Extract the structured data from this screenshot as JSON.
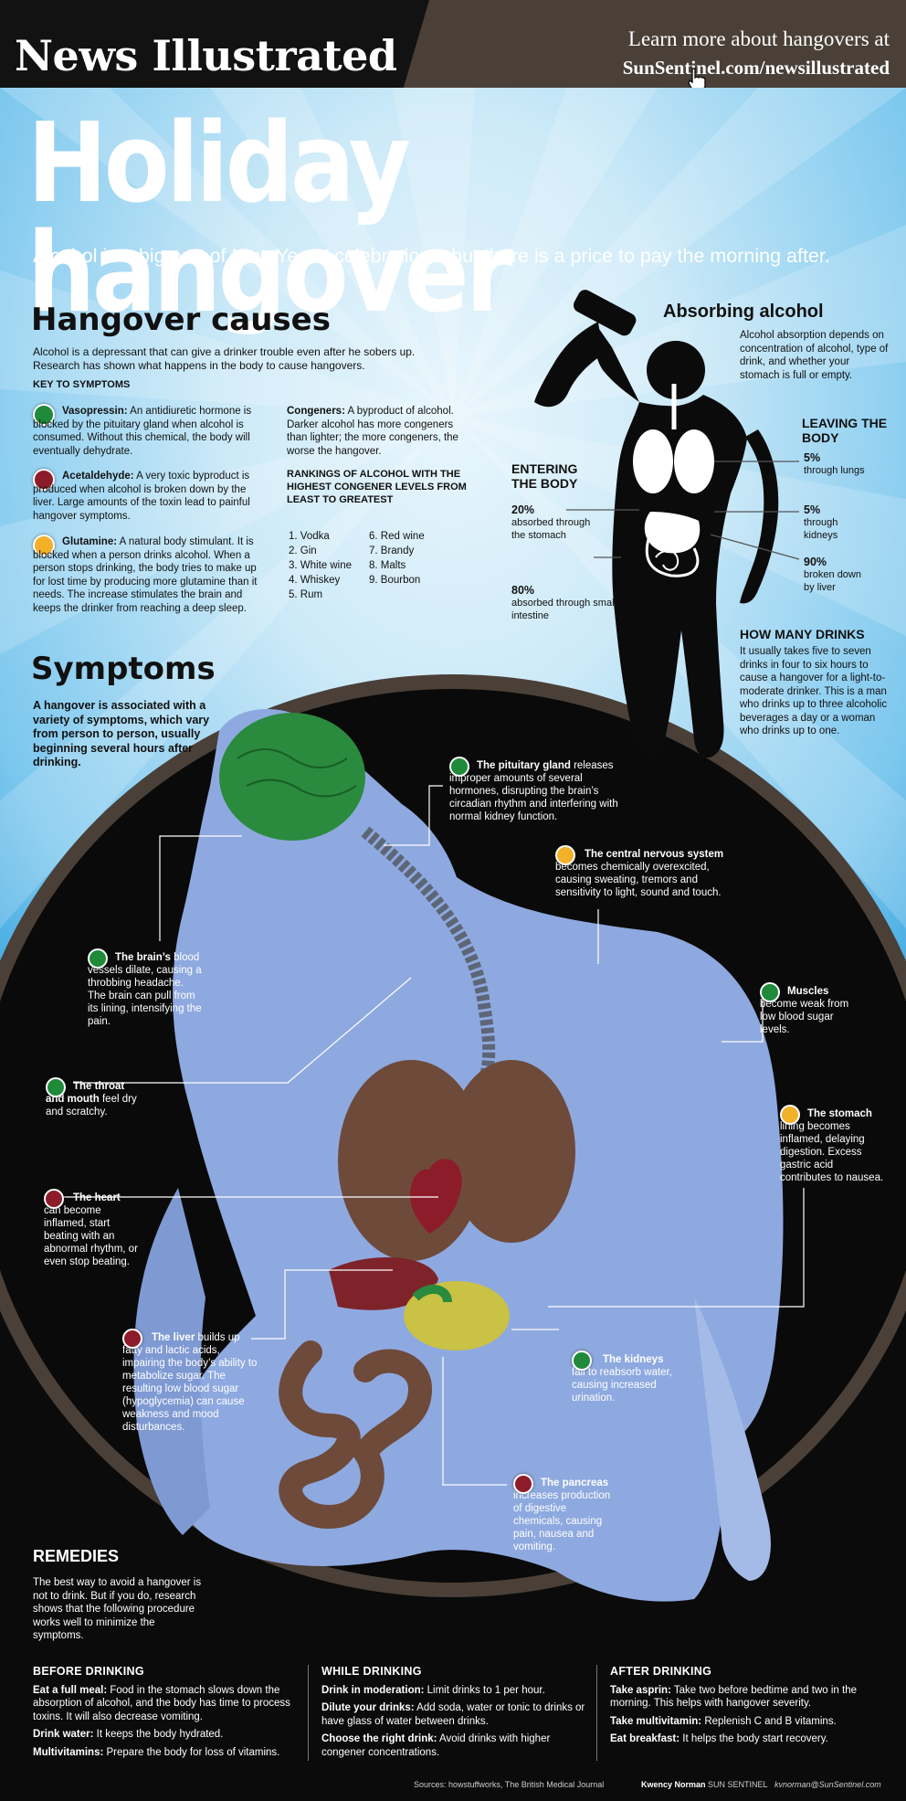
{
  "header": {
    "brand": "News Illustrated",
    "learn_line1": "Learn more about hangovers at",
    "learn_link": "SunSentinel.com/newsillustrated"
  },
  "headline": "Holiday hangover",
  "subhead": "Alcohol is a big part of New Years’ celebrations, but there is a price to pay the morning after.",
  "causes": {
    "title": "Hangover causes",
    "intro": "Alcohol is a depressant that can give a drinker trouble even after he sobers up. Research has shown what happens in the body to cause hangovers.",
    "key_label": "KEY TO SYMPTOMS",
    "items": [
      {
        "term": "Vasopressin:",
        "text": "An antidiuretic hormone is blocked by the pituitary gland when alcohol is consumed. Without this chemical, the body will eventually dehydrate."
      },
      {
        "term": "Acetaldehyde:",
        "text": "A very toxic byproduct is produced when alcohol is broken down by the liver. Large amounts of the toxin lead to painful hangover symptoms."
      },
      {
        "term": "Glutamine:",
        "text": "A natural body stimulant. It is blocked when a person drinks alcohol. When a person stops drinking, the body tries to make up for lost time by producing more glutamine than it needs. The increase stimulates the brain and keeps the drinker from reaching a deep sleep."
      }
    ],
    "congeners_term": "Congeners:",
    "congeners_text": "A byproduct of alcohol. Darker alcohol has more congeners than lighter; the more congeners, the worse the hangover.",
    "ranking_title": "RANKINGS OF ALCOHOL WITH THE HIGHEST CONGENER LEVELS FROM LEAST TO GREATEST",
    "rank_left": [
      "1. Vodka",
      "2. Gin",
      "3. White wine",
      "4. Whiskey",
      "5. Rum"
    ],
    "rank_right": [
      "6. Red wine",
      "7. Brandy",
      "8. Malts",
      "9. Bourbon"
    ]
  },
  "absorbing": {
    "title": "Absorbing alcohol",
    "desc": "Alcohol absorption depends on concentration of alcohol, type of drink, and whether your stomach is full or empty.",
    "entering": "ENTERING THE BODY",
    "leaving": "LEAVING THE BODY",
    "stats": [
      {
        "pct": "20%",
        "text": "absorbed through the stomach"
      },
      {
        "pct": "80%",
        "text": "absorbed through small intestine"
      },
      {
        "pct": "5%",
        "text": "through lungs"
      },
      {
        "pct": "5%",
        "text": "through kidneys"
      },
      {
        "pct": "90%",
        "text": "broken down by liver"
      }
    ],
    "many_title": "HOW MANY DRINKS",
    "many_desc": "It usually takes five to seven drinks in four to six hours to cause a hangover for a light-to-moderate drinker. This is a man who drinks up to three alcoholic beverages a day or a woman who drinks up to one."
  },
  "symptoms": {
    "title": "Symptoms",
    "intro": "A hangover is associated with a variety of symptoms, which vary from person to person, usually beginning several hours after drinking.",
    "callouts": [
      {
        "term": "The pituitary gland",
        "text": " releases improper amounts of several hormones, disrupting the brain’s circadian rhythm and interfering with normal kidney function."
      },
      {
        "term": "The central nervous system",
        "text": " becomes chemically overexcited, causing sweating, tremors and sensitivity to light, sound and touch."
      },
      {
        "term": "The brain’s",
        "text": " blood vessels dilate, causing a throbbing headache. The brain can pull from its lining, intensifying the pain."
      },
      {
        "term": "Muscles",
        "text": " become weak from low blood sugar levels."
      },
      {
        "term": "The throat and mouth",
        "text": " feel dry and scratchy."
      },
      {
        "term": "The stomach",
        "text": " lining becomes inflamed, delaying digestion. Excess gastric acid contributes to nausea."
      },
      {
        "term": "The heart",
        "text": " can become inflamed, start beating with an abnormal rhythm, or even stop beating."
      },
      {
        "term": "The liver",
        "text": " builds up fatty and lactic acids, impairing the body’s ability to metabolize sugar. The resulting low blood sugar (hypoglycemia) can cause weakness and mood disturbances."
      },
      {
        "term": "The kidneys",
        "text": " fail to reabsorb water, causing increased urination."
      },
      {
        "term": "The pancreas",
        "text": " increases production of digestive chemicals, causing pain, nausea and vomiting."
      }
    ]
  },
  "remedies": {
    "title": "REMEDIES",
    "intro": "The best way to avoid a hangover is not to drink. But if you do, research shows that the following procedure works well to minimize the symptoms.",
    "before": {
      "title": "BEFORE DRINKING",
      "items": [
        {
          "term": "Eat a full meal:",
          "text": " Food in the stomach slows down the absorption of alcohol, and the body has time to process toxins. It will also decrease vomiting."
        },
        {
          "term": "Drink water:",
          "text": " It keeps the body hydrated."
        },
        {
          "term": "Multivitamins:",
          "text": " Prepare the body for loss of vitamins."
        }
      ]
    },
    "while": {
      "title": "WHILE DRINKING",
      "items": [
        {
          "term": "Drink in moderation:",
          "text": " Limit drinks to 1 per hour."
        },
        {
          "term": "Dilute your drinks:",
          "text": " Add soda, water or tonic to drinks or have glass of water between drinks."
        },
        {
          "term": "Choose the right drink:",
          "text": " Avoid drinks with higher congener concentrations."
        }
      ]
    },
    "after": {
      "title": "AFTER DRINKING",
      "items": [
        {
          "term": "Take asprin:",
          "text": " Take two before bedtime and two in the morning. This helps with hangover severity."
        },
        {
          "term": "Take multivitamin:",
          "text": " Replenish C and B vitamins."
        },
        {
          "term": "Eat breakfast:",
          "text": " It helps the body start recovery."
        }
      ]
    }
  },
  "footer": {
    "sources": "Sources: howstuffworks, The British Medical Journal",
    "author": "Kwency Norman",
    "paper": "SUN SENTINEL",
    "email": "kvnorman@SunSentinel.com"
  },
  "colors": {
    "green": "#1e8a3a",
    "red": "#8d1c2a",
    "yellow": "#f2b128",
    "brown": "#4a4038",
    "sky": "#3aa6e0"
  }
}
